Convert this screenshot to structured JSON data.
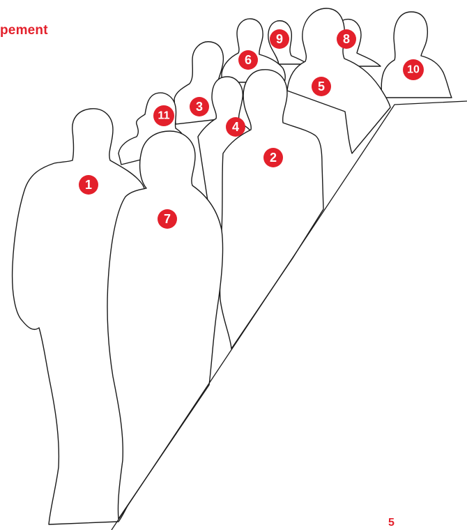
{
  "heading": "pement",
  "page_number": "5",
  "colors": {
    "accent": "#e3202b",
    "outline": "#1a1a1a",
    "background": "#ffffff"
  },
  "markers": [
    {
      "id": "1",
      "label": "1"
    },
    {
      "id": "2",
      "label": "2"
    },
    {
      "id": "3",
      "label": "3"
    },
    {
      "id": "4",
      "label": "4"
    },
    {
      "id": "5",
      "label": "5"
    },
    {
      "id": "6",
      "label": "6"
    },
    {
      "id": "7",
      "label": "7"
    },
    {
      "id": "8",
      "label": "8"
    },
    {
      "id": "9",
      "label": "9"
    },
    {
      "id": "10",
      "label": "10"
    },
    {
      "id": "11",
      "label": "11"
    }
  ]
}
